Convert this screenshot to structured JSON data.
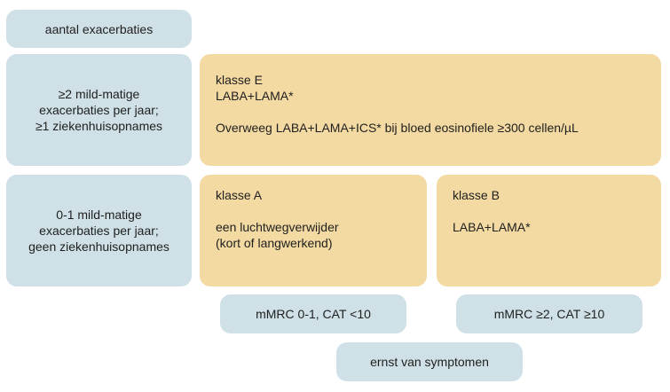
{
  "header": {
    "label": "aantal exacerbaties"
  },
  "rows": [
    {
      "label": "≥2 mild-matige\nexacerbaties per jaar;\n≥1 ziekenhuisopnames"
    },
    {
      "label": "0-1 mild-matige\nexacerbaties per jaar;\ngeen ziekenhuisopnames"
    }
  ],
  "classes": {
    "e": {
      "title": "klasse E",
      "line1": "LABA+LAMA*",
      "line2": "Overweeg LABA+LAMA+ICS* bij bloed eosinofiele ≥300 cellen/µL"
    },
    "a": {
      "title": "klasse A",
      "line1": "een luchtwegverwijder",
      "line2": "(kort of langwerkend)"
    },
    "b": {
      "title": "klasse B",
      "line1": "LABA+LAMA*"
    }
  },
  "columns": [
    {
      "label": "mMRC 0-1, CAT <10"
    },
    {
      "label": "mMRC ≥2, CAT ≥10"
    }
  ],
  "footer": {
    "label": "ernst van symptomen"
  },
  "colors": {
    "blue": "#cfe0e6",
    "orange": "#f3d9a2"
  }
}
